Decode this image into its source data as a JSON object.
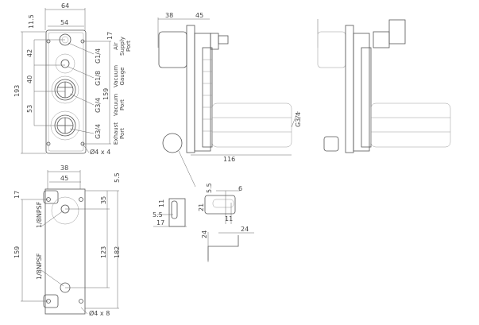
{
  "front_view": {
    "dims": {
      "width_overall": "64",
      "width_holes": "54",
      "top_offset": "11.5",
      "height_overall": "193",
      "pitch1": "42",
      "pitch2": "40",
      "pitch3": "53",
      "hole_top": "17",
      "hole_pitch": "159",
      "holes": "Ø4 x 4"
    },
    "ports": [
      {
        "thread": "G1/4",
        "name": "Air Supply Port"
      },
      {
        "thread": "G1/8",
        "name": "Vacuum Gauge"
      },
      {
        "thread": "G3/4",
        "name": "Vacuum Port"
      },
      {
        "thread": "G3/4",
        "name": "Exhaust Port"
      }
    ]
  },
  "back_view": {
    "dims": {
      "w1": "38",
      "w2": "45",
      "top": "5.5",
      "hole_top": "17",
      "port_offset": "35",
      "hole_pitch": "159",
      "port_pitch": "123",
      "height": "182",
      "holes": "Ø4 x 8"
    },
    "ports": [
      "1/8NPSF",
      "1/8NPSF"
    ]
  },
  "side_view": {
    "dims": {
      "depth1": "38",
      "depth2": "45",
      "length": "116"
    },
    "thread": "G3/4"
  },
  "details": {
    "clip": {
      "a": "11",
      "b": "5.5",
      "c": "17"
    },
    "slot": {
      "a": "5.5",
      "b": "6",
      "c": "21",
      "d": "11"
    },
    "bracket": {
      "a": "24",
      "b": "24"
    }
  }
}
